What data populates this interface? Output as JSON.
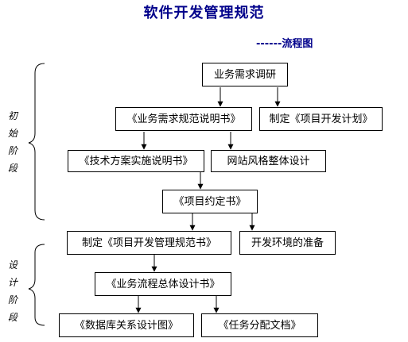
{
  "title": "软件开发管理规范",
  "subtitle": "------流程图",
  "phases": [
    {
      "chars": [
        "初",
        "始",
        "阶",
        "段"
      ]
    },
    {
      "chars": [
        "设",
        "计",
        "阶",
        "段"
      ]
    }
  ],
  "nodes": {
    "survey": "业务需求调研",
    "req_spec": "《业务需求规范说明书》",
    "dev_plan": "制定《项目开发计划》",
    "tech_spec": "《技术方案实施说明书》",
    "web_style": "网站风格整体设计",
    "agreement": "《项目约定书》",
    "mgmt_spec": "制定《项目开发管理规范书》",
    "dev_env": "开发环境的准备",
    "flow_design": "《业务流程总体设计书》",
    "db_design": "《数据库关系设计图》",
    "task_doc": "《任务分配文档》"
  }
}
